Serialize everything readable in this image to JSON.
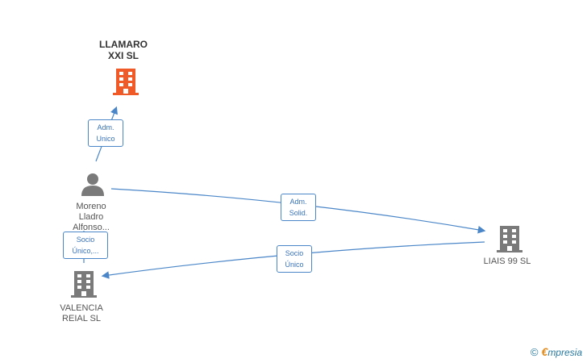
{
  "nodes": {
    "llamaro": {
      "name_line1": "LLAMARO",
      "name_line2": "XXI SL",
      "color": "#f05a28"
    },
    "person": {
      "line1": "Moreno",
      "line2": "Lladro",
      "line3": "Alfonso...",
      "color": "#7a7a7a"
    },
    "liais": {
      "name": "LIAIS 99 SL",
      "color": "#7a7a7a"
    },
    "valencia": {
      "name_line1": "VALENCIA",
      "name_line2": "REIAL SL",
      "color": "#7a7a7a"
    }
  },
  "relations": {
    "adm_unico": {
      "line1": "Adm.",
      "line2": "Unico"
    },
    "adm_solid": {
      "line1": "Adm.",
      "line2": "Solid."
    },
    "socio_unico_left": {
      "line1": "Socio",
      "line2": "Único,..."
    },
    "socio_unico_mid": {
      "line1": "Socio",
      "line2": "Único"
    }
  },
  "brand": {
    "copyright": "©",
    "e": "€",
    "name": "mpresia"
  },
  "edge_color": "#4a86c8"
}
